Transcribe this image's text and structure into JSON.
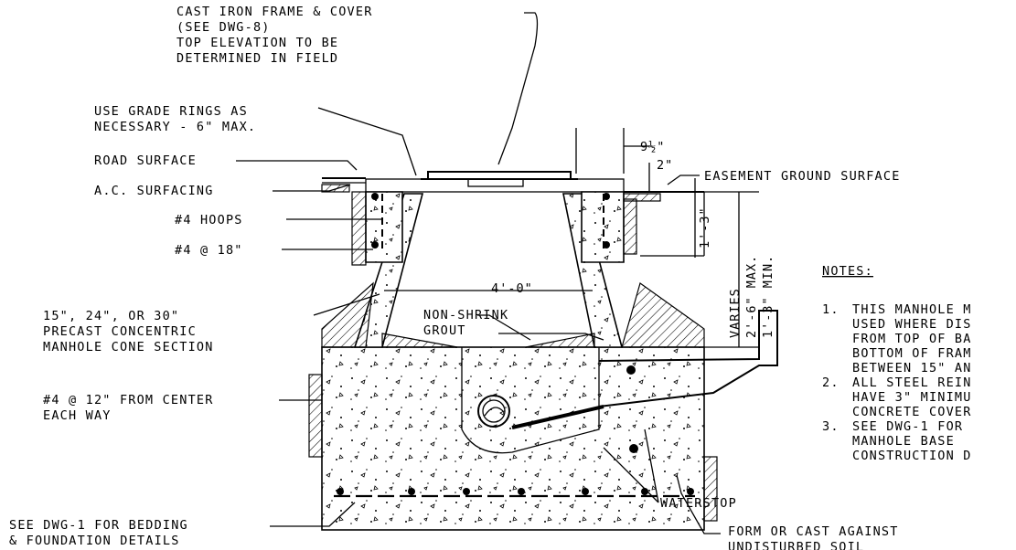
{
  "labels": {
    "frame_cover": [
      "CAST IRON FRAME & COVER",
      "(SEE DWG-8)",
      "TOP ELEVATION TO BE",
      "DETERMINED IN FIELD"
    ],
    "grade_rings": [
      "USE GRADE RINGS AS",
      "NECESSARY - 6\" MAX."
    ],
    "road_surface": "ROAD SURFACE",
    "ac_surfacing": "A.C. SURFACING",
    "hoops": "#4 HOOPS",
    "rebar_18": "#4 @ 18\"",
    "cone_section": [
      "15\", 24\", OR 30\"",
      "PRECAST CONCENTRIC",
      "MANHOLE CONE SECTION"
    ],
    "rebar_12": [
      "#4 @ 12\" FROM CENTER",
      "EACH WAY"
    ],
    "bedding": [
      "SEE DWG-1 FOR BEDDING",
      "& FOUNDATION DETAILS"
    ],
    "grout": [
      "NON-SHRINK",
      "GROUT"
    ],
    "easement": "EASEMENT GROUND SURFACE",
    "waterstop": "WATERSTOP",
    "form": [
      "FORM OR CAST AGAINST",
      "UNDISTURBED SOIL"
    ]
  },
  "dimensions": {
    "width_top": "9½\"",
    "ground_offset": "2\"",
    "depth": "1'-3\"",
    "varies": [
      "VARIES",
      "2'-6\" MAX.",
      "1'-3\" MIN."
    ],
    "diameter": "4'-0\""
  },
  "notes": {
    "heading": "NOTES:",
    "items": [
      {
        "num": "1.",
        "lines": [
          "THIS MANHOLE M",
          "USED WHERE DIS",
          "FROM TOP OF BA",
          "BOTTOM OF FRAM",
          "BETWEEN 15\" AN"
        ]
      },
      {
        "num": "2.",
        "lines": [
          "ALL STEEL REIN",
          "HAVE 3\" MINIMU",
          "CONCRETE COVER"
        ]
      },
      {
        "num": "3.",
        "lines": [
          "SEE DWG-1 FOR",
          "MANHOLE BASE",
          "CONSTRUCTION D"
        ]
      }
    ]
  }
}
